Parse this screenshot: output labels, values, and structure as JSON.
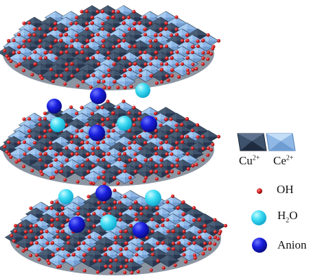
{
  "colors": {
    "cu_octahedron": "#3f526b",
    "ce_octahedron": "#8fb8e6",
    "oh": "#cc1f1f",
    "h2o": "#33d6f2",
    "anion": "#1418d6",
    "background": "#ffffff"
  },
  "legend": {
    "cu_label": "Cu",
    "cu_charge": "2+",
    "ce_label": "Ce",
    "ce_charge": "2+",
    "oh_label": "OH",
    "h2o_label_pre": "H",
    "h2o_label_sub": "2",
    "h2o_label_post": "O",
    "anion_label": "Anion"
  }
}
